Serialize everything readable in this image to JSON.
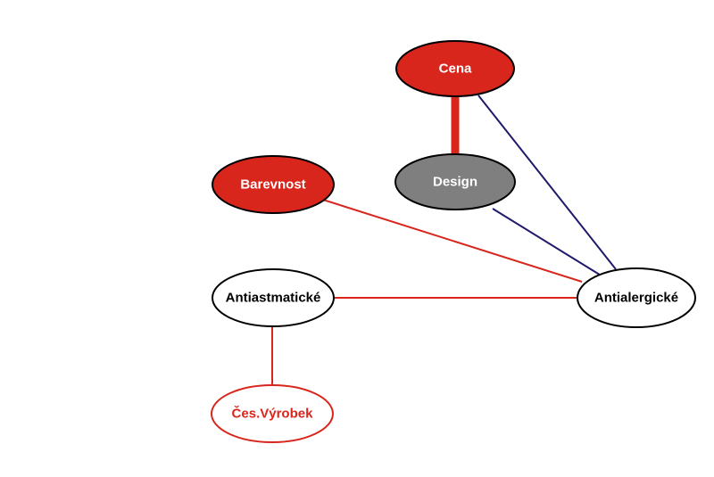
{
  "nodes": {
    "cena": {
      "label": "Cena",
      "fill": "#d9261c",
      "stroke": "#000000",
      "text_color": "#ffffff"
    },
    "design": {
      "label": "Design",
      "fill": "#7f7f7f",
      "stroke": "#000000",
      "text_color": "#ffffff"
    },
    "barevnost": {
      "label": "Barevnost",
      "fill": "#d9261c",
      "stroke": "#000000",
      "text_color": "#ffffff"
    },
    "antiastmaticke": {
      "label": "Antiastmatické",
      "fill": "#ffffff",
      "stroke": "#000000",
      "text_color": "#000000"
    },
    "antialergicke": {
      "label": "Antialergické",
      "fill": "#ffffff",
      "stroke": "#000000",
      "text_color": "#000000"
    },
    "ces_vyrobek": {
      "label": "Čes.Výrobek",
      "fill": "#ffffff",
      "stroke": "#d9261c",
      "text_color": "#d9261c"
    }
  },
  "edges": [
    {
      "from": "cena",
      "to": "design",
      "color": "#d9261c",
      "strength": "strong"
    },
    {
      "from": "cena",
      "to": "antialergicke",
      "color": "#1f1a6b",
      "strength": "normal"
    },
    {
      "from": "design",
      "to": "antialergicke",
      "color": "#1f1a6b",
      "strength": "normal"
    },
    {
      "from": "barevnost",
      "to": "antialergicke",
      "color": "#d9261c",
      "strength": "normal"
    },
    {
      "from": "antiastmaticke",
      "to": "antialergicke",
      "color": "#d9261c",
      "strength": "normal"
    },
    {
      "from": "antiastmaticke",
      "to": "ces_vyrobek",
      "color": "#d9261c",
      "strength": "normal"
    }
  ]
}
